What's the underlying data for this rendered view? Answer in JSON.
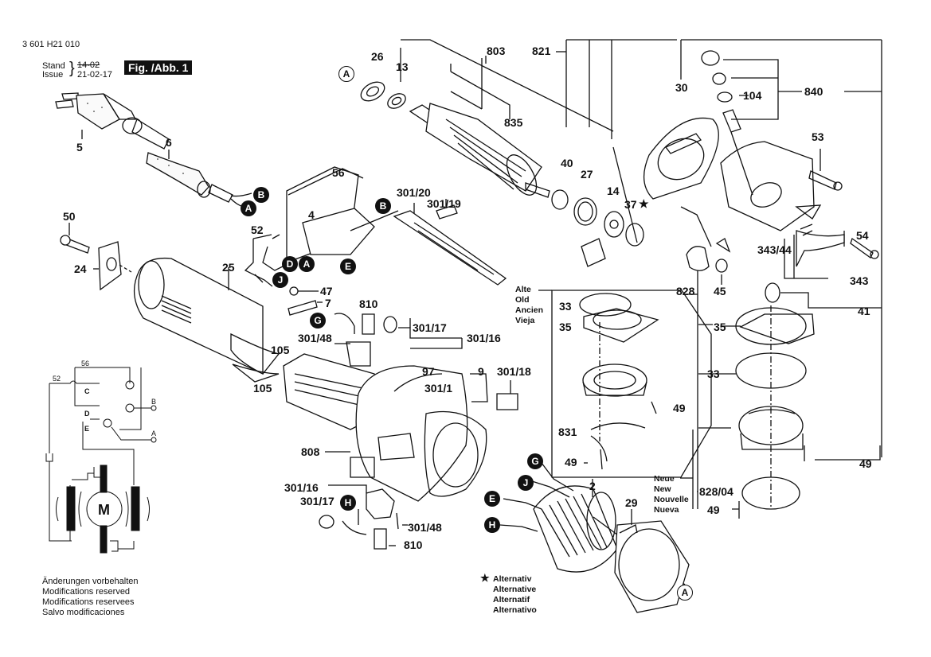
{
  "header": {
    "part_number": "3 601 H21 010",
    "stand_label": "Stand",
    "issue_label": "Issue",
    "old_date": "14-02",
    "issue_date": "21-02-17",
    "figure_label": "Fig. /Abb. 1"
  },
  "part_labels": {
    "p5": "5",
    "p6": "6",
    "p26": "26",
    "p13": "13",
    "p803": "803",
    "p821": "821",
    "p835": "835",
    "p30": "30",
    "p840": "840",
    "p104": "104",
    "p53": "53",
    "p40": "40",
    "p27": "27",
    "p14": "14",
    "p37": "37",
    "p54": "54",
    "p343_44": "343/44",
    "p343": "343",
    "p828": "828",
    "p45": "45",
    "p41": "41",
    "p35a": "35",
    "p33a": "33",
    "p49a": "49",
    "p49b": "49",
    "p49c": "49",
    "p49d": "49",
    "p831": "831",
    "p35b": "35",
    "p33b": "33",
    "p828_04": "828/04",
    "p50": "50",
    "p24": "24",
    "p25": "25",
    "p56": "56",
    "p4": "4",
    "p52": "52",
    "p301_20": "301/20",
    "p301_19": "301/19",
    "p47": "47",
    "p7": "7",
    "p810a": "810",
    "p301_17a": "301/17",
    "p301_16a": "301/16",
    "p301_48a": "301/48",
    "p105a": "105",
    "p105b": "105",
    "p97": "97",
    "p9": "9",
    "p301_18": "301/18",
    "p301_1": "301/1",
    "p808": "808",
    "p301_16b": "301/16",
    "p301_17b": "301/17",
    "p301_48b": "301/48",
    "p810b": "810",
    "p2": "2",
    "p29": "29"
  },
  "connectors": {
    "A": "A",
    "B": "B",
    "D": "D",
    "E": "E",
    "G": "G",
    "H": "H",
    "J": "J"
  },
  "wiring": {
    "w56": "56",
    "w52": "52",
    "wC": "C",
    "wD": "D",
    "wE": "E",
    "wB": "B",
    "wA": "A",
    "motor": "M"
  },
  "old_version": [
    "Alte",
    "Old",
    "Ancien",
    "Vieja"
  ],
  "new_version": [
    "Neue",
    "New",
    "Nouvelle",
    "Nueva"
  ],
  "alternative": {
    "symbol": "★",
    "lines": [
      "Alternativ",
      "Alternative",
      "Alternatif",
      "Alternativo"
    ]
  },
  "modifications": [
    "Änderungen vorbehalten",
    "Modifications reserved",
    "Modifications reservees",
    "Salvo modificaciones"
  ]
}
